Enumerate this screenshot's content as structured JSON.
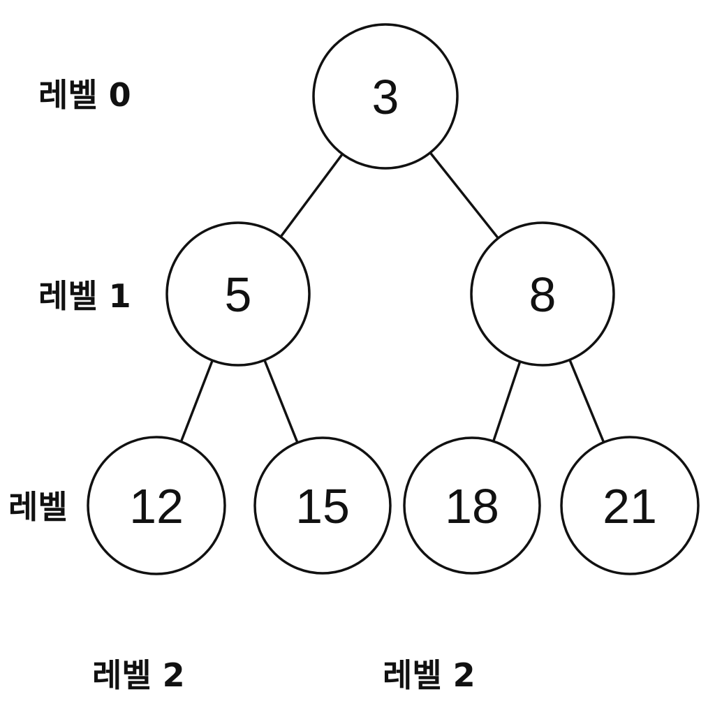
{
  "colors": {
    "background": "#ffffff",
    "stroke": "#111111",
    "text": "#111111"
  },
  "nodes": [
    {
      "id": "n3",
      "value": "3"
    },
    {
      "id": "n5",
      "value": "5"
    },
    {
      "id": "n8",
      "value": "8"
    },
    {
      "id": "n12",
      "value": "12"
    },
    {
      "id": "n15",
      "value": "15"
    },
    {
      "id": "n18",
      "value": "18"
    },
    {
      "id": "n21",
      "value": "21"
    }
  ],
  "edges": [
    {
      "from": "n3",
      "to": "n5"
    },
    {
      "from": "n3",
      "to": "n8"
    },
    {
      "from": "n5",
      "to": "n12"
    },
    {
      "from": "n5",
      "to": "n15"
    },
    {
      "from": "n8",
      "to": "n18"
    },
    {
      "from": "n8",
      "to": "n21"
    }
  ],
  "labels": [
    {
      "id": "label-level-0",
      "text": "레벨 0"
    },
    {
      "id": "label-level-1",
      "text": "레벨 1"
    },
    {
      "id": "label-level-2-side",
      "text": "레벨"
    },
    {
      "id": "label-level-2-bottom-left",
      "text": "레벨 2"
    },
    {
      "id": "label-level-2-bottom-right",
      "text": "레벨 2"
    }
  ]
}
